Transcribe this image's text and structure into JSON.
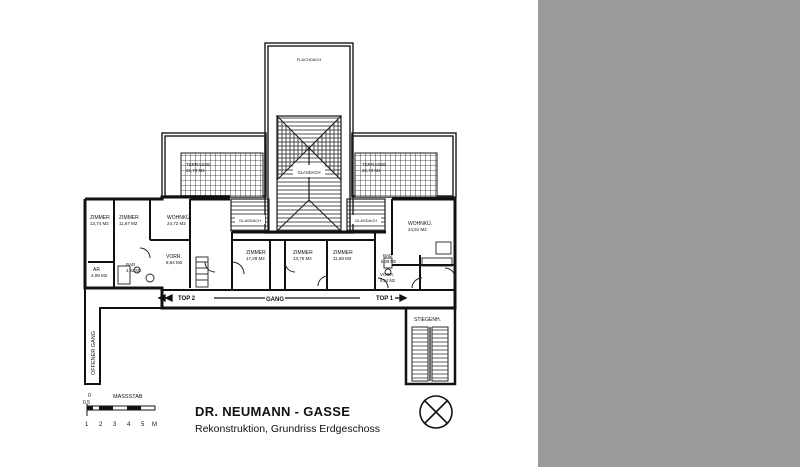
{
  "colors": {
    "background": "#ffffff",
    "side_panel": "#9a9a9a",
    "ink": "#1a1a1a"
  },
  "plan": {
    "flachdach": "FLACHDACH",
    "glasdach_center": "GLASDACH",
    "glasdach_left": "GLASDACH",
    "glasdach_right": "GLASDACH",
    "terrasse_left": {
      "name": "TERRASSE",
      "area": "22,73 M2"
    },
    "terrasse_right": {
      "name": "TERRASSE",
      "area": "22,73 M2"
    },
    "zimmer_1": {
      "name": "ZIMMER",
      "area": "13,74 M2"
    },
    "zimmer_2": {
      "name": "ZIMMER",
      "area": "11,67 M2"
    },
    "wohnkuche_left": {
      "name": "WOHNKÜ.",
      "area": "24,72 M2"
    },
    "wohnkuche_right": {
      "name": "WOHNKÜ.",
      "area": "24,51 M2"
    },
    "ar": {
      "name": "AR",
      "area": "4,09 M2"
    },
    "bad_left": {
      "name": "BAD",
      "area": "4,92 M2"
    },
    "vorr_left": {
      "name": "VORR.",
      "area": "8,84 M2"
    },
    "zimmer_3": {
      "name": "ZIMMER",
      "area": "17,29 M2"
    },
    "zimmer_4": {
      "name": "ZIMMER",
      "area": "13,75 M2"
    },
    "zimmer_5": {
      "name": "ZIMMER",
      "area": "11,88 M2"
    },
    "bad_right": {
      "name": "BAD",
      "area": "5,39 M2"
    },
    "vorr_right": {
      "name": "VORR.",
      "area": "9,54 M2"
    },
    "top2": "TOP 2",
    "gang": "GANG",
    "top1": "TOP 1",
    "stiegenh": "STIEGENH.",
    "offener_gang": "OFFENER GANG"
  },
  "scale": {
    "label": "MASSSTAB",
    "ticks": [
      "0",
      "0,5",
      "1",
      "2",
      "3",
      "4",
      "5"
    ],
    "unit": "M"
  },
  "title": "DR. NEUMANN - GASSE",
  "subtitle": "Rekonstruktion, Grundriss Erdgeschoss"
}
